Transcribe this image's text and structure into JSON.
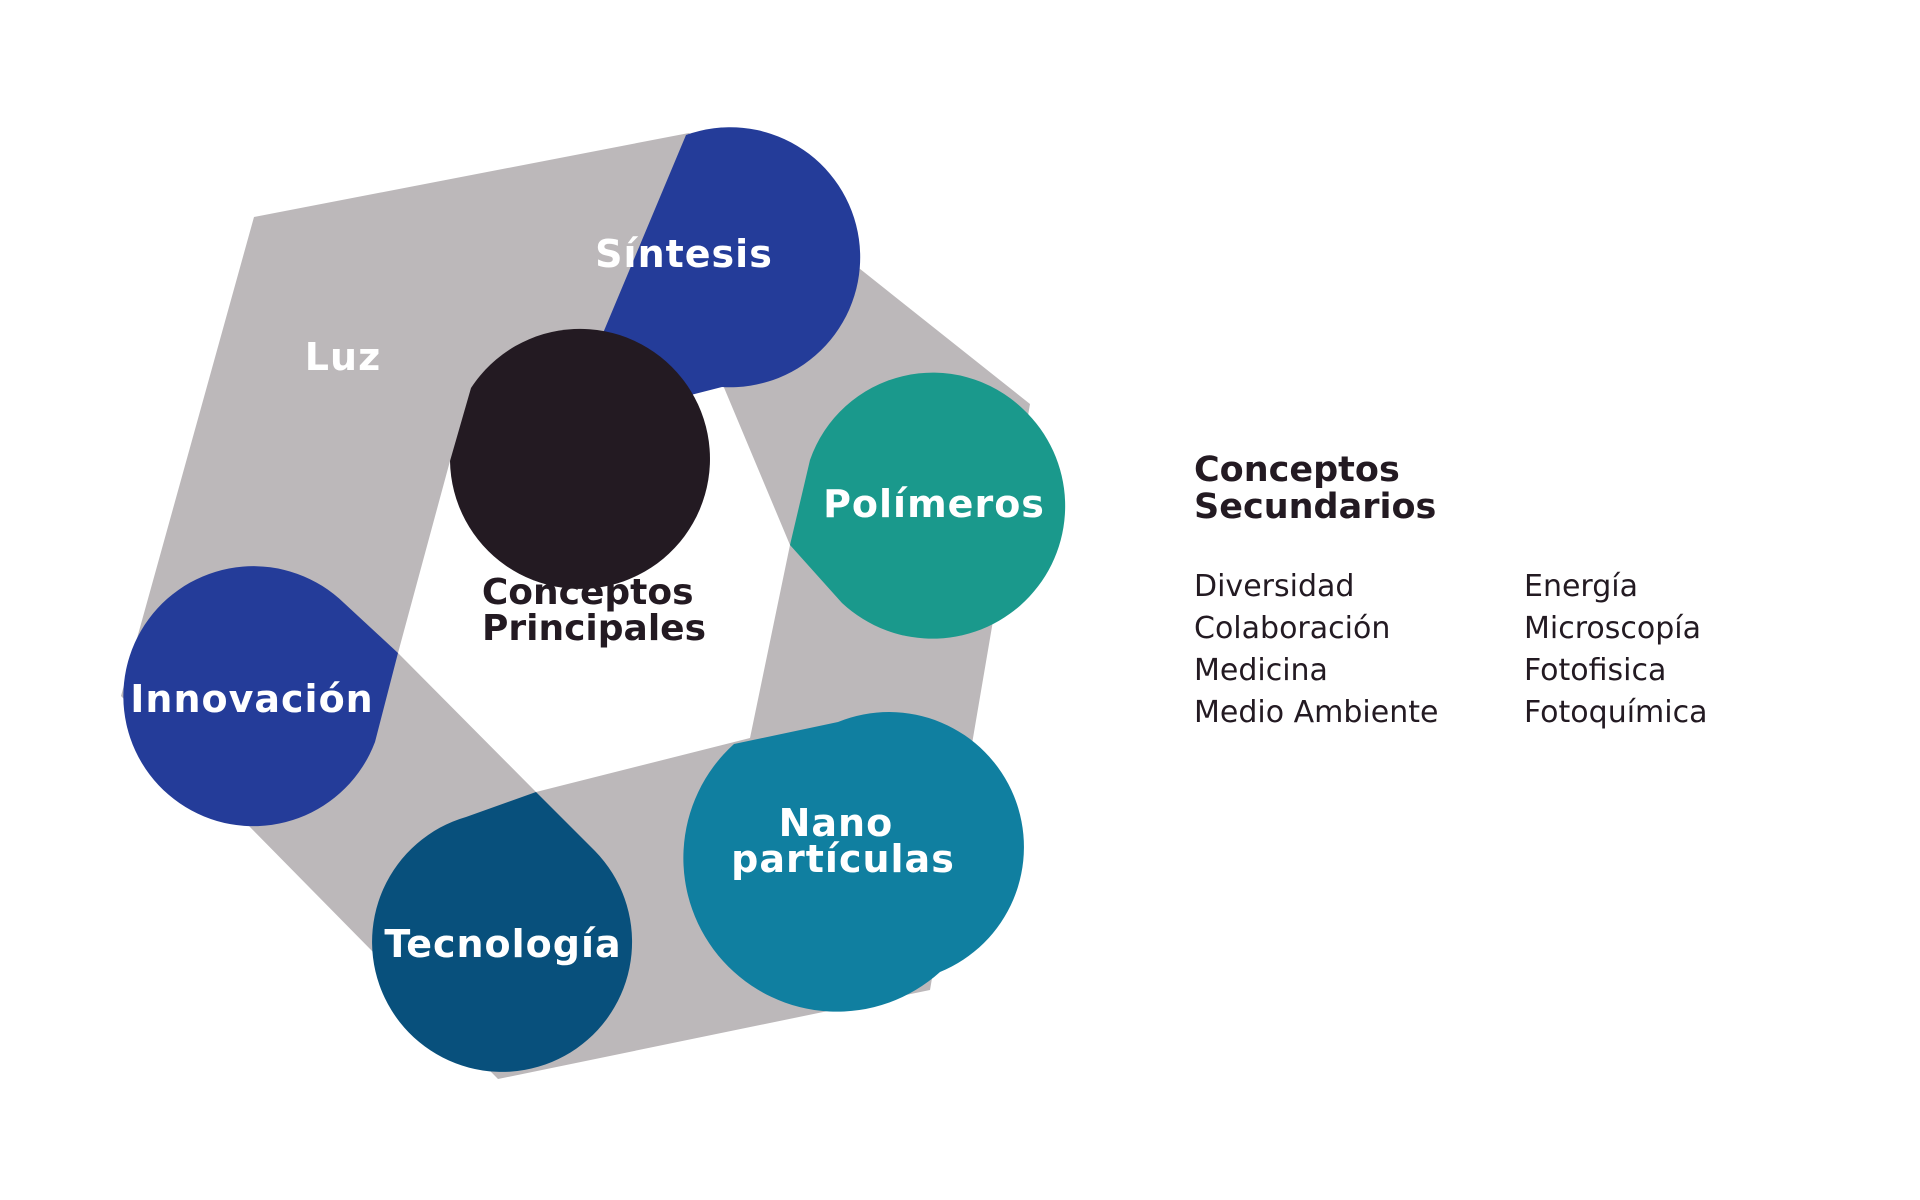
{
  "primary": {
    "title_lines": [
      "Conceptos",
      "Principales"
    ],
    "nodes": [
      {
        "label_lines": [
          "Síntesis"
        ],
        "color": "#243c99"
      },
      {
        "label_lines": [
          "Polímeros"
        ],
        "color": "#1a998c"
      },
      {
        "label_lines": [
          "Nano",
          "partículas"
        ],
        "color": "#107fa0"
      },
      {
        "label_lines": [
          "Tecnología"
        ],
        "color": "#08507c"
      },
      {
        "label_lines": [
          "Innovación"
        ],
        "color": "#243c99"
      },
      {
        "label_lines": [
          "Luz"
        ],
        "color": "#231a22"
      }
    ],
    "ring_color": "#bcb8ba"
  },
  "secondary": {
    "title_lines": [
      "Conceptos",
      "Secundarios"
    ],
    "left_items": [
      "Diversidad",
      "Colaboración",
      "Medicina",
      "Medio Ambiente"
    ],
    "right_items": [
      "Energía",
      "Microscopía",
      "Fotofisica",
      "Fotoquímica"
    ]
  }
}
